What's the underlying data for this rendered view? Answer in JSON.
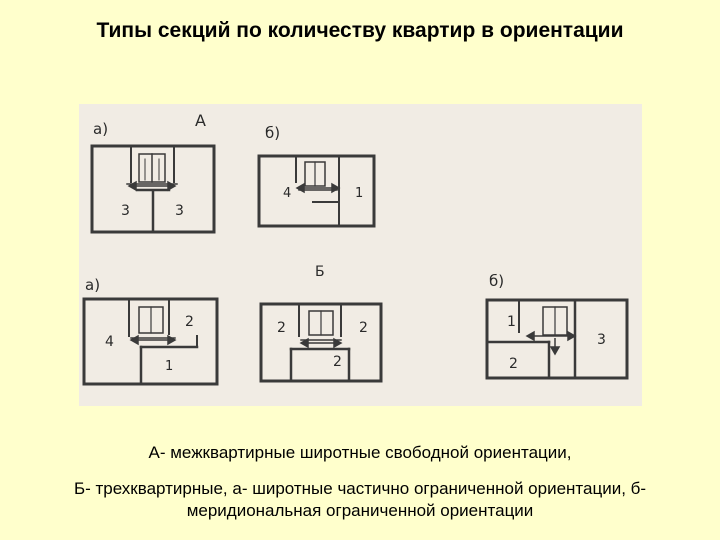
{
  "title": "Типы секций по количеству квартир в ориентации",
  "figure": {
    "group_a_label": "А",
    "group_b_label": "Б",
    "sub_a": "а)",
    "sub_b": "б)",
    "a_a_rooms": [
      "3",
      "3"
    ],
    "a_b_rooms": [
      "4",
      "1"
    ],
    "b_a1_rooms": [
      "4",
      "2",
      "1"
    ],
    "b_a2_rooms": [
      "2",
      "2",
      "2"
    ],
    "b_b_rooms": [
      "1",
      "3",
      "2"
    ]
  },
  "caption_a": "А- межквартирные широтные свободной ориентации,",
  "caption_b": "Б- трехквартирные, а- широтные частично ограниченной ориентации, б- меридиональная ограниченной ориентации"
}
